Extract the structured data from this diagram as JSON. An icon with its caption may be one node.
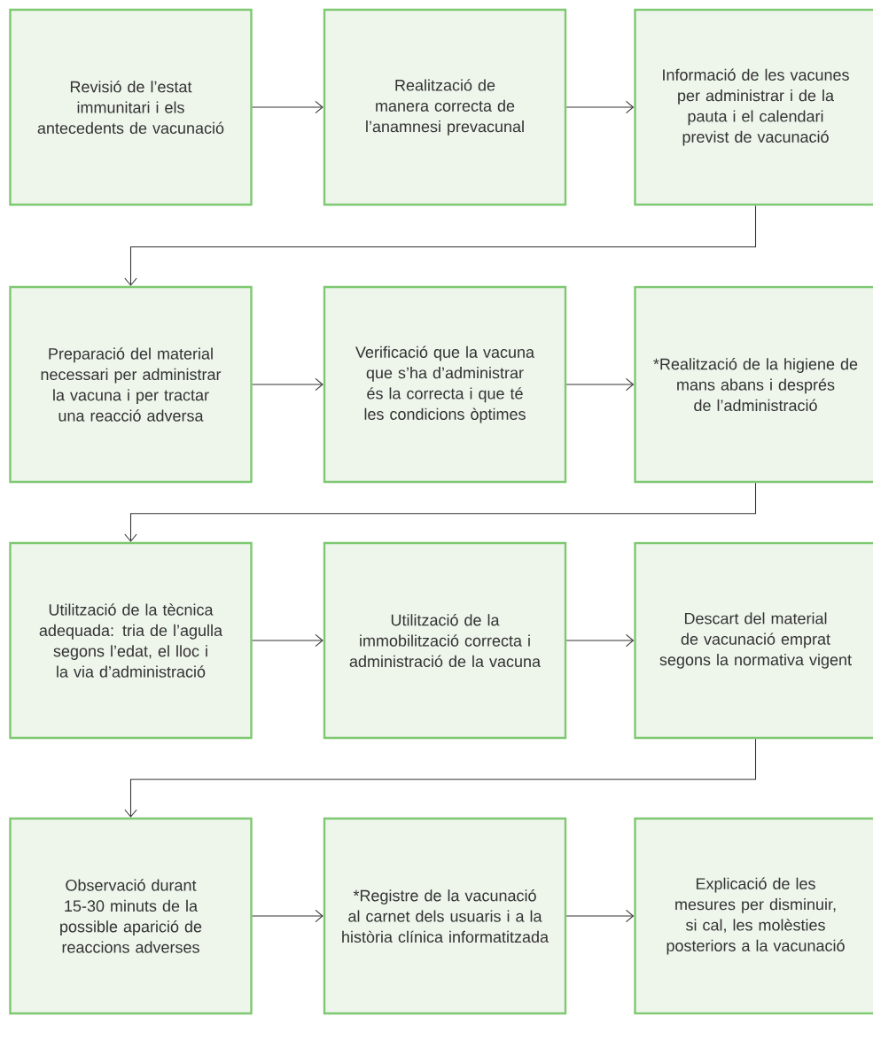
{
  "diagram": {
    "nodes": [
      {
        "text": [
          "Revisió de l’estat immunitari i els antecedents de vacunació"
        ]
      },
      {
        "text": [
          "Realització de manera correcta de l’anamnesi prevacunal"
        ]
      },
      {
        "text": [
          "Informació de les vacunes per administrar i de la pauta i el calendari previst de vacunació"
        ]
      },
      {
        "text": [
          "Preparació del material necessari per administrar la vacuna i per tractar una reacció adversa"
        ]
      },
      {
        "text": [
          "Verificació que la vacuna que s’ha d’administrar és la correcta i que té les condicions òptimes"
        ]
      },
      {
        "text": [
          "*Realització de la higiene de mans abans i després de l’administració"
        ]
      },
      {
        "text": [
          "Utilització de la tècnica adequada: tria de l’agulla segons l’edat, el lloc i la via d’administració"
        ]
      },
      {
        "text": [
          "Utilització de la immobilització correcta i administració de la vacuna"
        ]
      },
      {
        "text": [
          "Descart del material de vacunació emprat segons la normativa vigent"
        ]
      },
      {
        "text": [
          "Observació durant 15-30 minuts de la possible aparició de reaccions adverses"
        ]
      },
      {
        "text": [
          "*Registre de la vacunació al carnet dels usuaris i a la història clínica informatitzada"
        ]
      },
      {
        "text": [
          "Explicació de les mesures per disminuir, si cal, les molèsties posteriors a la vacunació"
        ]
      }
    ],
    "edges": [
      {
        "from": 0,
        "to": 1,
        "arrow": "to"
      },
      {
        "from": 1,
        "to": 2,
        "arrow": "to"
      },
      {
        "from": 2,
        "to": 3,
        "arrow": "to"
      },
      {
        "from": 3,
        "to": 4,
        "arrow": "to"
      },
      {
        "from": 4,
        "to": 5,
        "arrow": "to"
      },
      {
        "from": 5,
        "to": 6,
        "arrow": "to"
      },
      {
        "from": 6,
        "to": 7,
        "arrow": "to"
      },
      {
        "from": 7,
        "to": 8,
        "arrow": "to"
      },
      {
        "from": 8,
        "to": 9,
        "arrow": "to"
      },
      {
        "from": 9,
        "to": 10,
        "arrow": "to"
      },
      {
        "from": 10,
        "to": 11,
        "arrow": "to"
      }
    ]
  }
}
